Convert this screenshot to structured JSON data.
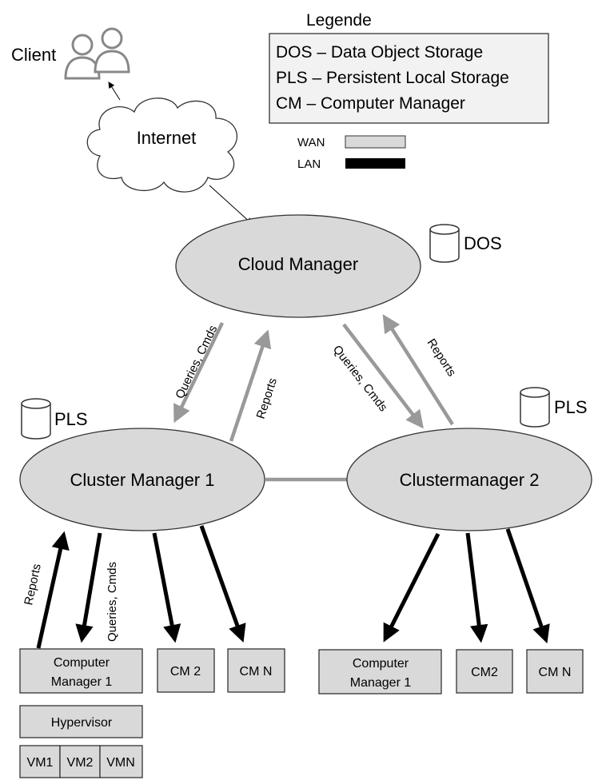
{
  "legend": {
    "title": "Legende",
    "lines": [
      "DOS – Data Object Storage",
      "PLS – Persistent Local Storage",
      "CM – Computer Manager"
    ],
    "wan_label": "WAN",
    "lan_label": "LAN",
    "wan_color": "#999999",
    "lan_color": "#000000"
  },
  "client_label": "Client",
  "internet_label": "Internet",
  "dos_label": "DOS",
  "pls1_label": "PLS",
  "pls2_label": "PLS",
  "cloud_manager": "Cloud Manager",
  "cluster_manager_1": "Cluster Manager 1",
  "cluster_manager_2": "Clustermanager 2",
  "edges": {
    "queries_cmds": "Queries, Cmds",
    "reports": "Reports"
  },
  "cluster1_nodes": {
    "cm1_line1": "Computer",
    "cm1_line2": "Manager 1",
    "cm2": "CM 2",
    "cmn": "CM N",
    "hypervisor": "Hypervisor",
    "vms": [
      "VM1",
      "VM2",
      "VMN"
    ]
  },
  "cluster2_nodes": {
    "cm1_line1": "Computer",
    "cm1_line2": "Manager 1",
    "cm2": "CM2",
    "cmn": "CM N"
  }
}
